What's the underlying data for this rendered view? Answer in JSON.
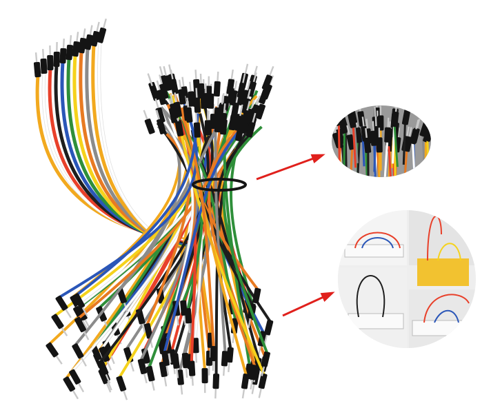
{
  "image": {
    "subject": "jumper-wire-bundle",
    "insets": [
      "pin-closeup",
      "breadboard-usage-examples"
    ]
  },
  "colors": {
    "background": "#ffffff",
    "arrow": "#e0201c",
    "connector": "#141414",
    "pin": "#c9c9c9",
    "inset_bg": "#9a9a9a",
    "breadboard_yellow": "#f2c230",
    "wires": [
      "#f2a91e",
      "#ffffff",
      "#e8402a",
      "#1e1e1e",
      "#2a56b8",
      "#2f8f3a",
      "#f5d21c",
      "#e87a22",
      "#8b8b8b"
    ]
  }
}
